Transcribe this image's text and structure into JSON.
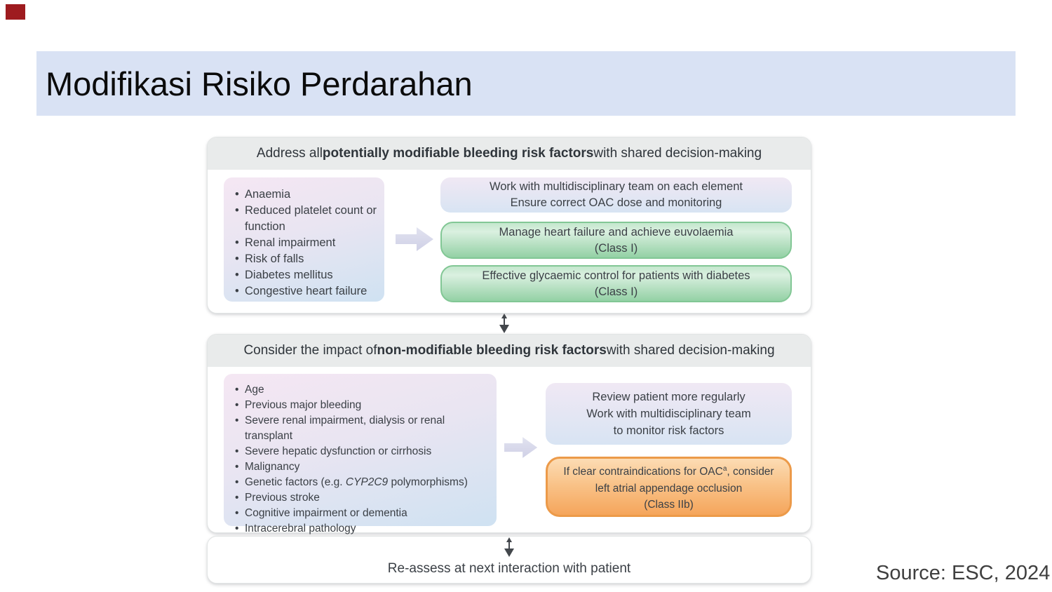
{
  "page": {
    "title": "Modifikasi Risiko Perdarahan",
    "source_credit": "Source: ESC, 2024"
  },
  "colors": {
    "title_bar_bg": "#d9e2f4",
    "accent_mark_red": "#9e1b1f",
    "header_strip_bg": "#e9ebeb",
    "class_i_green": "#93d1a5",
    "class_iib_orange": "#f5a55b",
    "pastel_pink": "#f5e7f3",
    "pastel_blue": "#cfe2f2",
    "body_text": "#3b4046"
  },
  "icons": {
    "right_arrow": "block-arrow-right-icon",
    "section_divider": "vertical-double-arrow-icon"
  },
  "flowchart": {
    "section_modifiable": {
      "header": {
        "pre": "Address all ",
        "bold": "potentially modifiable bleeding risk factors",
        "post": " with shared decision-making"
      },
      "risk_factors": [
        "Anaemia",
        "Reduced platelet count or function",
        "Renal impairment",
        "Risk of falls",
        "Diabetes mellitus",
        "Congestive heart failure"
      ],
      "action_team": {
        "lines": [
          "Work with multidisciplinary team on each element",
          "Ensure correct OAC dose and monitoring"
        ]
      },
      "action_heart_failure": {
        "lines": [
          "Manage heart failure and achieve euvolaemia",
          "(Class I)"
        ]
      },
      "action_glycaemic": {
        "lines": [
          "Effective glycaemic control for patients with diabetes",
          "(Class I)"
        ]
      }
    },
    "section_non_modifiable": {
      "header": {
        "pre": "Consider the impact of ",
        "bold": "non-modifiable bleeding risk factors",
        "post": " with shared decision-making"
      },
      "risk_factors": [
        "Age",
        "Previous major bleeding",
        "Severe renal impairment, dialysis or renal transplant",
        "Severe hepatic dysfunction or cirrhosis",
        "Malignancy",
        [
          {
            "t": "Genetic factors (e.g. "
          },
          {
            "t": "CYP2C9",
            "i": true
          },
          {
            "t": " polymorphisms)"
          }
        ],
        "Previous stroke",
        "Cognitive impairment or dementia",
        "Intracerebral pathology"
      ],
      "action_review": {
        "lines": [
          "Review patient more regularly",
          "Work with multidisciplinary team",
          "to monitor risk factors"
        ]
      },
      "action_laao": {
        "lines": [
          [
            {
              "t": "If clear contraindications for OAC"
            },
            {
              "t": "a",
              "sup": true
            },
            {
              "t": ", consider"
            }
          ],
          "left atrial appendage occlusion",
          "(Class IIb)"
        ]
      }
    },
    "reassess": "Re-assess at next interaction with patient"
  }
}
